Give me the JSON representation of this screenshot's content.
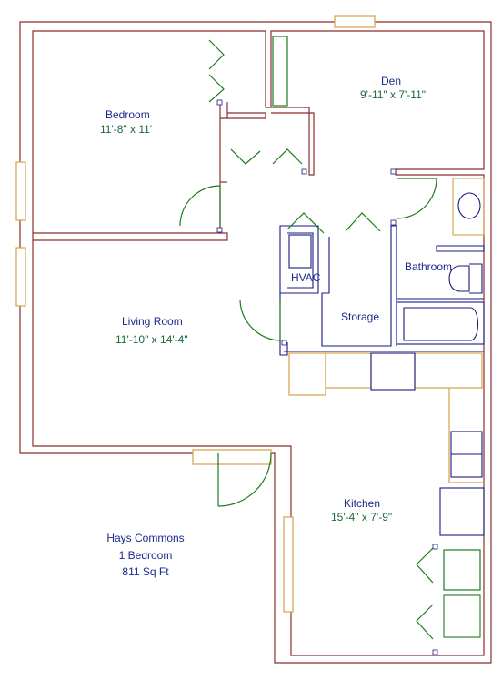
{
  "plan": {
    "rooms": [
      {
        "name": "Bedroom",
        "size": "11'-8\" x 11'"
      },
      {
        "name": "Den",
        "size": "9'-11\" x 7'-11\""
      },
      {
        "name": "Living Room",
        "size": "11'-10\" x 14'-4\""
      },
      {
        "name": "Kitchen",
        "size": "15'-4\" x 7'-9\""
      },
      {
        "name": "Bathroom"
      },
      {
        "name": "HVAC"
      },
      {
        "name": "Storage"
      }
    ],
    "info": {
      "property": "Hays Commons",
      "unit_type": "1 Bedroom",
      "area": "811 Sq Ft"
    },
    "colors": {
      "wall_outer": "#8b2e2e",
      "wall_inner": "#1a1a80",
      "door": "#1f7a1f",
      "window": "#d4a04a",
      "cabinet": "#d4a04a",
      "fixture": "#1a1a80",
      "room_label": "#1a2a8a",
      "dimension_label": "#1a6a3a"
    }
  }
}
